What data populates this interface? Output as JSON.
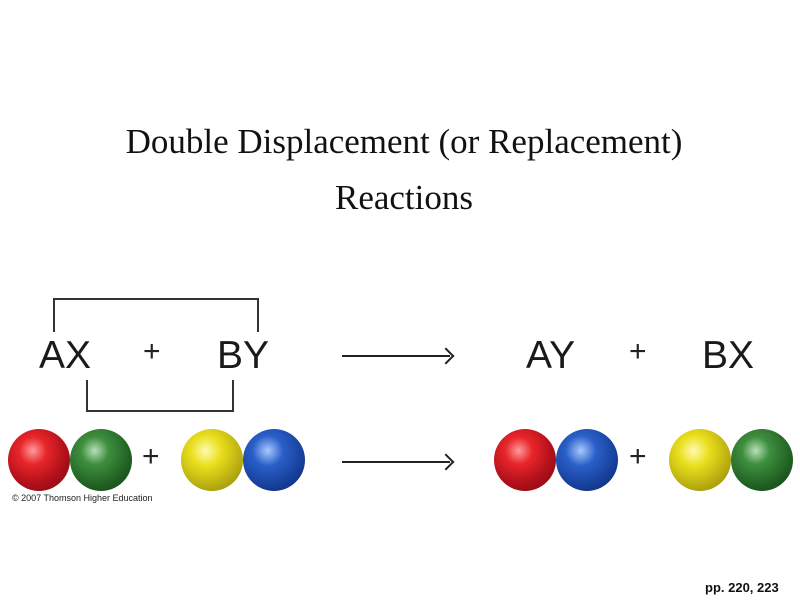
{
  "title": {
    "line1": "Double Displacement (or Replacement)",
    "line2": "Reactions"
  },
  "equation": {
    "reactant1": "AX",
    "plus1": "+",
    "reactant2": "BY",
    "product1": "AY",
    "plus2": "+",
    "product2": "BX"
  },
  "spheres": {
    "plus1": "+",
    "plus2": "+"
  },
  "colors": {
    "A": "#d41a22",
    "X": "#2f7a33",
    "B": "#e0d21a",
    "Y": "#1f4fb0"
  },
  "copyright": "© 2007 Thomson Higher Education",
  "page_ref": "pp. 220, 223"
}
